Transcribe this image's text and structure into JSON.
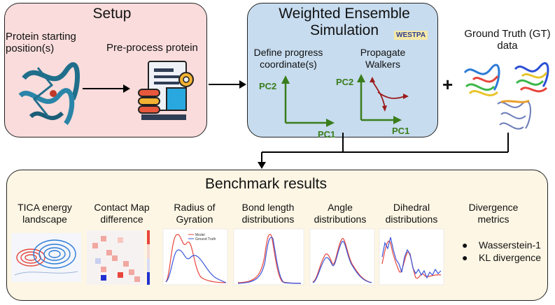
{
  "setup": {
    "title": "Setup",
    "protein_label": "Protein starting position(s)",
    "preprocess_label": "Pre-process protein"
  },
  "simulation": {
    "title": "Weighted Ensemble Simulation",
    "logo_text": "WESTPA",
    "define_label": "Define progress coordinate(s)",
    "propagate_label": "Propagate Walkers",
    "axis_pc1": "PC1",
    "axis_pc2": "PC2"
  },
  "plus_sign": "+",
  "ground_truth": {
    "label": "Ground Truth (GT) data"
  },
  "benchmark": {
    "title": "Benchmark results",
    "columns": [
      {
        "label": "TICA energy landscape"
      },
      {
        "label": "Contact Map difference"
      },
      {
        "label": "Radius of Gyration"
      },
      {
        "label": "Bond length distributions"
      },
      {
        "label": "Angle distributions"
      },
      {
        "label": "Dihedral distributions"
      },
      {
        "label": "Divergence metrics"
      }
    ],
    "metrics": [
      "Wasserstein-1",
      "KL divergence"
    ],
    "rg_legend": [
      "Model",
      "Ground Truth"
    ]
  },
  "colors": {
    "setup_bg": "#fadcdc",
    "simulation_bg": "#c7dcef",
    "benchmark_bg": "#fdf6e4",
    "pc_axis": "#3a7d1c",
    "walker": "#9b1c1c",
    "model_line": "#e8453c",
    "gt_line": "#3a55d9"
  }
}
